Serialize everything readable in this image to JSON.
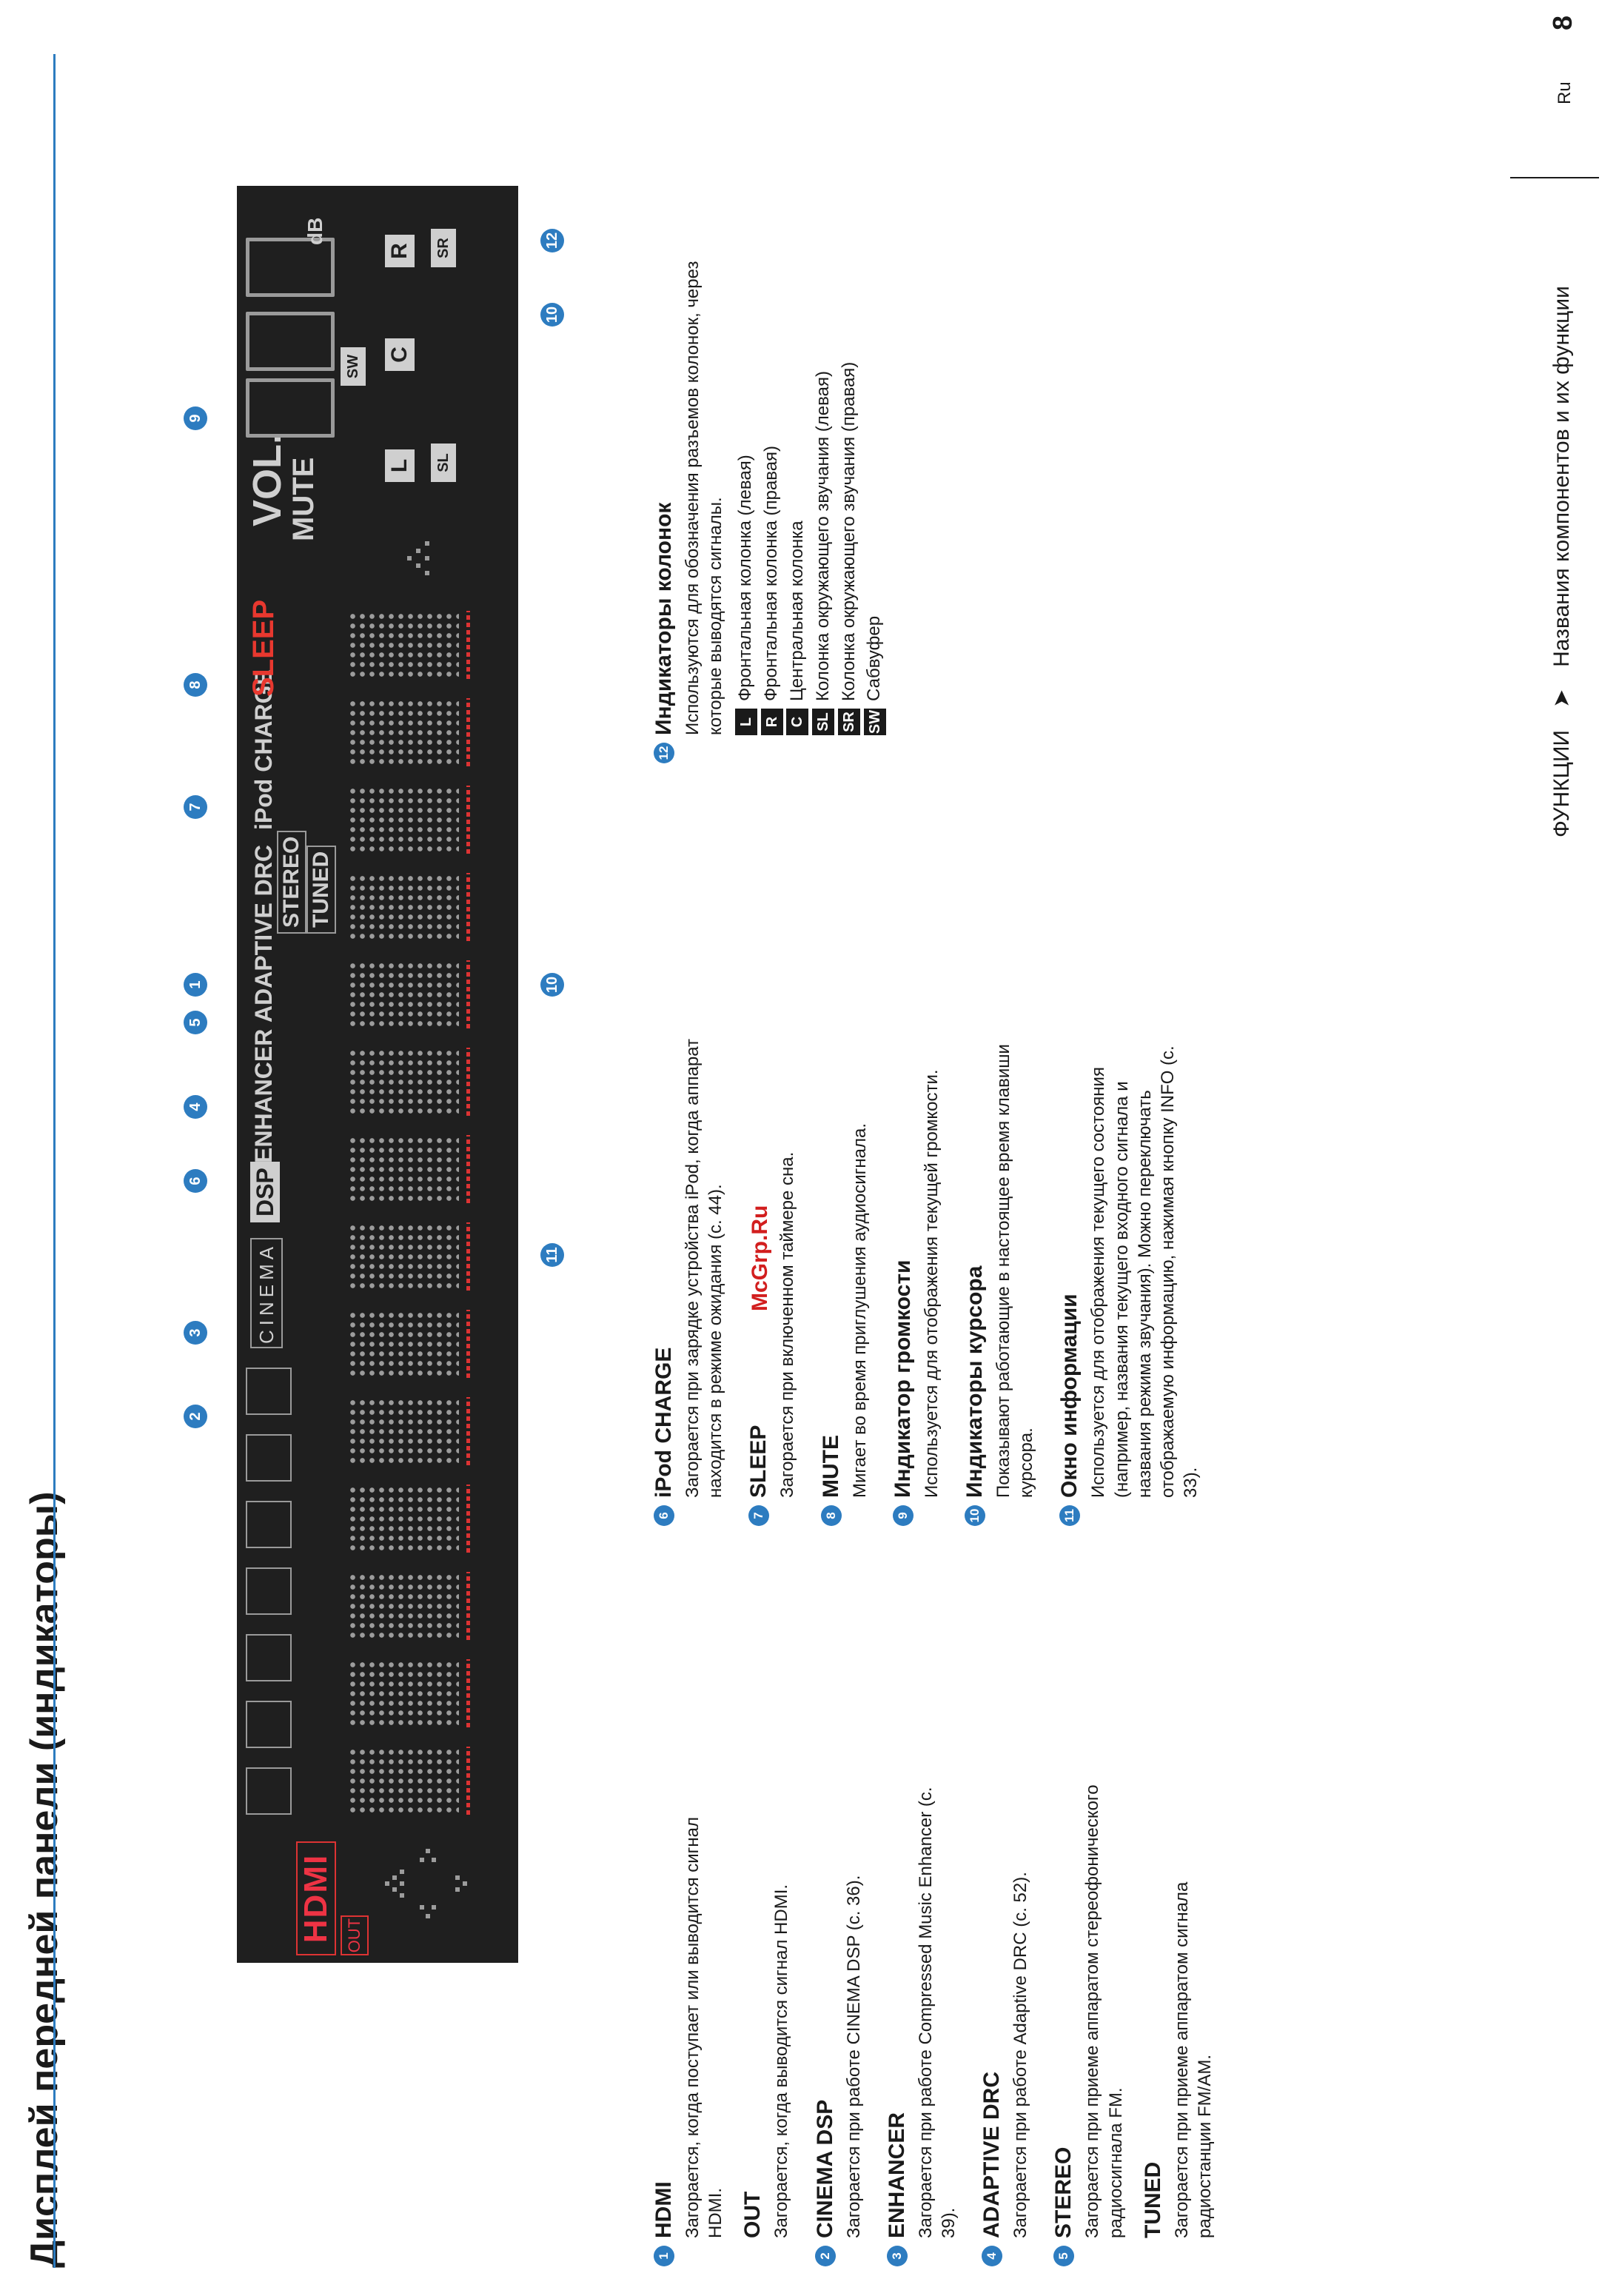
{
  "title": "Дисплей передней панели (индикаторы)",
  "display": {
    "hdmi": "HDMI",
    "out": "OUT",
    "cinema": "CINEMA",
    "dsp": "DSP",
    "enhancer": "ENHANCER",
    "adaptive_drc": "ADAPTIVE DRC",
    "stereo": "STEREO",
    "tuned": "TUNED",
    "ipod_charge": "iPod CHARGE",
    "sleep": "SLEEP",
    "mute": "MUTE",
    "vol": "VOL.",
    "db": "dB",
    "spk_sw": "SW",
    "spk_l": "L",
    "spk_c": "C",
    "spk_r": "R",
    "spk_sl": "SL",
    "spk_sr": "SR",
    "callouts": [
      "1",
      "2",
      "3",
      "4",
      "5",
      "6",
      "7",
      "8",
      "9",
      "10",
      "11",
      "12",
      "10"
    ],
    "colors": {
      "panel": "#1f1f1f",
      "red_indicator": "#e8382f",
      "accent": "#2d7cc0"
    }
  },
  "items": {
    "i1": {
      "num": "1",
      "title": "HDMI",
      "text": "Загорается, когда поступает или выводится сигнал HDMI.",
      "sub_title": "OUT",
      "sub_text": "Загорается, когда выводится сигнал HDMI."
    },
    "i2": {
      "num": "2",
      "title": "CINEMA DSP",
      "text": "Загорается при работе CINEMA DSP (с. 36)."
    },
    "i3": {
      "num": "3",
      "title": "ENHANCER",
      "text": "Загорается при работе Compressed Music Enhancer (с. 39)."
    },
    "i4": {
      "num": "4",
      "title": "ADAPTIVE DRC",
      "text": "Загорается при работе Adaptive DRC (с. 52)."
    },
    "i5": {
      "num": "5",
      "title": "STEREO",
      "text": "Загорается при приеме аппаратом стереофонического радиосигнала FM.",
      "sub_title": "TUNED",
      "sub_text": "Загорается при приеме аппаратом сигнала радиостанции FM/AM."
    },
    "i6": {
      "num": "6",
      "title": "iPod CHARGE",
      "text": "Загорается при зарядке устройства iPod, когда аппарат находится в режиме ожидания (с. 44)."
    },
    "i7": {
      "num": "7",
      "title": "SLEEP",
      "text": "Загорается при включенном таймере сна."
    },
    "i8": {
      "num": "8",
      "title": "MUTE",
      "text": "Мигает во время приглушения аудиосигнала."
    },
    "i9": {
      "num": "9",
      "title": "Индикатор громкости",
      "text": "Используется для отображения текущей громкости."
    },
    "i10": {
      "num": "10",
      "title": "Индикаторы курсора",
      "text": "Показывают работающие в настоящее время клавиши курсора."
    },
    "i11": {
      "num": "11",
      "title": "Окно информации",
      "text": "Используется для отображения текущего состояния (например, названия текущего входного сигнала и названия режима звучания). Можно переключать отображаемую информацию, нажимая кнопку INFO (с. 33)."
    },
    "i12": {
      "num": "12",
      "title": "Индикаторы колонок",
      "text": "Используются для обозначения разъемов колонок, через которые выводятся сигналы.",
      "speakers": [
        {
          "tag": "L",
          "label": "Фронтальная колонка (левая)"
        },
        {
          "tag": "R",
          "label": "Фронтальная колонка (правая)"
        },
        {
          "tag": "C",
          "label": "Центральная колонка"
        },
        {
          "tag": "SL",
          "label": "Колонка окружающего звучания (левая)"
        },
        {
          "tag": "SR",
          "label": "Колонка окружающего звучания (правая)"
        },
        {
          "tag": "SW",
          "label": "Сабвуфер"
        }
      ]
    }
  },
  "watermark": "McGrp.Ru",
  "footer": {
    "section": "ФУНКЦИИ",
    "arrow": "➤",
    "subsection": "Названия компонентов и их функции",
    "lang": "Ru",
    "page": "8"
  }
}
